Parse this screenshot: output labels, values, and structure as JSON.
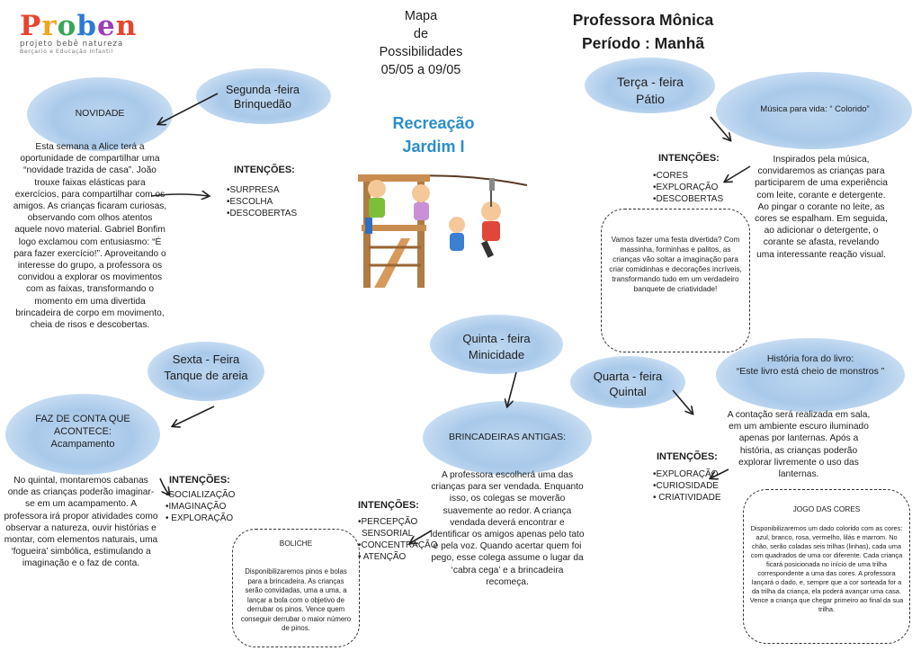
{
  "logo": {
    "name": "Proben",
    "subtitle1": "projeto bebê natureza",
    "subtitle2": "Berçario e Educação Infantil"
  },
  "header": {
    "mapa": [
      "Mapa",
      "de",
      "Possibilidades",
      "05/05 a 09/05"
    ],
    "teacher": "Professora Mônica",
    "period": "Período : Manhã",
    "class_title": "Recreação",
    "class_name": "Jardim I"
  },
  "segunda": {
    "day": "Segunda -feira",
    "place": "Brinquedão",
    "topic": "NOVIDADE",
    "text": "Esta semana a Alice terá a oportunidade de compartilhar uma “novidade trazida de casa”. João trouxe faixas elásticas para exercícios, para compartilhar com os amigos. As crianças ficaram curiosas, observando com olhos atentos aquele novo material. Gabriel Bonfim logo exclamou com entusiasmo: “É para fazer exercício!”. Aproveitando o interesse do grupo, a professora os convidou a explorar os movimentos com as faixas, transformando o momento em uma divertida brincadeira de corpo em movimento, cheia de risos e descobertas.",
    "intencoes_title": "INTENÇÕES:",
    "intencoes": [
      "•SURPRESA",
      "•ESCOLHA",
      "•DESCOBERTAS"
    ]
  },
  "terca": {
    "day": "Terça - feira",
    "place": "Pátio",
    "topic": "Música para vida: “ Colorido”",
    "text": "Inspirados pela música, convidaremos as crianças para participarem de uma experiência com leite, corante e detergente. Ao pingar o corante no leite, as cores se espalham. Em seguida, ao adicionar o detergente, o corante se afasta, revelando uma interessante reação visual.",
    "intencoes_title": "INTENÇÕES:",
    "intencoes": [
      "•CORES",
      "•EXPLORAÇÃO",
      "•DESCOBERTAS"
    ],
    "box_text": "Vamos fazer uma festa divertida? Com massinha, forminhas e palitos, as crianças vão soltar a imaginação para criar comidinhas e decorações incríveis, transformando tudo em um verdadeiro banquete de criatividade!"
  },
  "quarta": {
    "day": "Quarta - feira",
    "place": "Quintal",
    "topic1": "História fora do livro:",
    "topic2": "“Este livro está cheio de monstros ”",
    "text": "A contação será realizada em sala, em um ambiente escuro iluminado apenas por lanternas. Após a história, as crianças poderão explorar livremente o uso das lanternas.",
    "intencoes_title": "INTENÇÕES:",
    "intencoes": [
      "•EXPLORAÇÃO",
      "•CURIOSIDADE",
      "• CRIATIVIDADE"
    ],
    "box_title": "JOGO DAS CORES",
    "box_text": "Disponibilizaremos um dado colorido com as cores: azul, branco, rosa, vermelho, lilás e marrom. No chão, serão coladas seis trilhas (linhas), cada uma com quadrados de uma cor diferente. Cada criança ficará posicionada no início de uma trilha correspondente a uma das cores. A professora lançará o dado, e, sempre que a cor sorteada for a da trilha da criança, ela poderá avançar uma casa. Vence a criança que chegar primeiro ao final da sua trilha."
  },
  "quinta": {
    "day": "Quinta - feira",
    "place": "Minicidade",
    "topic": "BRINCADEIRAS ANTIGAS:",
    "text": "A professora escolherá uma das crianças para ser vendada. Enquanto isso, os colegas se moverão suavemente ao redor. A criança vendada deverá encontrar e identificar os amigos apenas pelo tato e pela voz. Quando acertar quem foi pego, esse colega assume o lugar da ‘cabra cega’ e a brincadeira recomeça.",
    "intencoes_title": "INTENÇÕES:",
    "intencoes": [
      "•PERCEPÇÃO",
      "SENSORIAL",
      "•CONCENTRAÇÃO",
      "• ATENÇÃO"
    ]
  },
  "sexta": {
    "day": "Sexta - Feira",
    "place": "Tanque de areia",
    "topic1": "FAZ DE CONTA QUE",
    "topic2": "ACONTECE:",
    "topic3": "Acampamento",
    "text": "No quintal, montaremos cabanas onde as crianças poderão imaginar-se em um acampamento. A professora irá propor atividades como observar a natureza, ouvir histórias e montar, com elementos naturais, uma ‘fogueira’ simbólica, estimulando a imaginação e o faz de conta.",
    "intencoes_title": "INTENÇÕES:",
    "intencoes": [
      "•SOCIALIZAÇÃO",
      "•IMAGINAÇÃO",
      "• EXPLORAÇÃO"
    ],
    "box_title": "BOLICHE",
    "box_text": "Disponibilizaremos pinos e bolas para a brincadeira. As crianças serão convidadas, uma a uma, a lançar a bola com o objetivo de derrubar os pinos. Vence quem conseguir derrubar o maior número de pinos."
  },
  "colors": {
    "cloud": "#aecbea",
    "title_blue": "#2a8fc9",
    "logo": [
      "#e8452c",
      "#f2a71b",
      "#3aa655",
      "#2b7bd1",
      "#9b3fb5",
      "#e8452c"
    ]
  }
}
